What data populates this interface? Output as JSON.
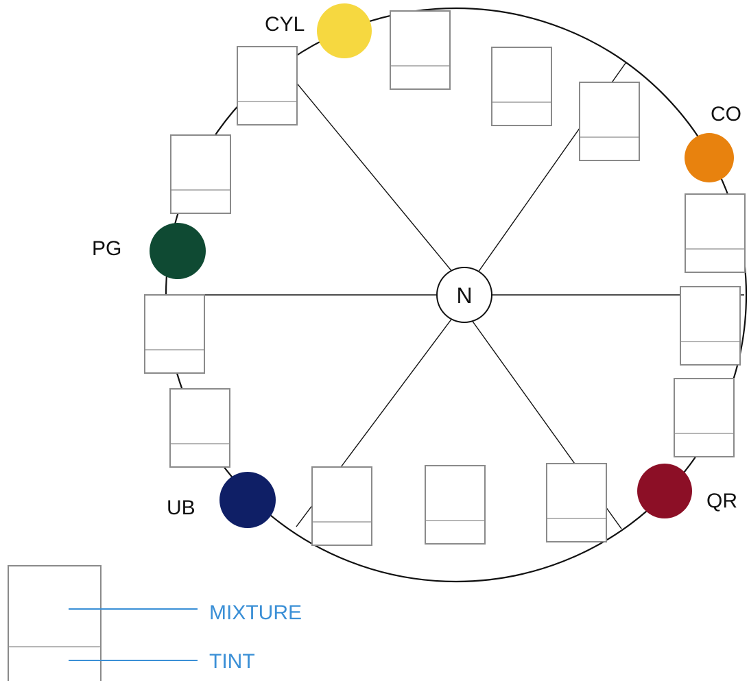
{
  "center_label": "N",
  "colors": {
    "wheel_stroke": "#111111",
    "box_stroke": "#8a8a8a",
    "legend_line": "#3a8fd6"
  },
  "pigments": {
    "cyl": {
      "label": "CYL",
      "color": "#f6d840"
    },
    "co": {
      "label": "CO",
      "color": "#e8820e"
    },
    "qr": {
      "label": "QR",
      "color": "#8c0f26"
    },
    "ub": {
      "label": "UB",
      "color": "#0f1f66"
    },
    "pg": {
      "label": "PG",
      "color": "#0f4a33"
    }
  },
  "legend": {
    "mixture_label": "MIXTURE",
    "tint_label": "TINT"
  }
}
